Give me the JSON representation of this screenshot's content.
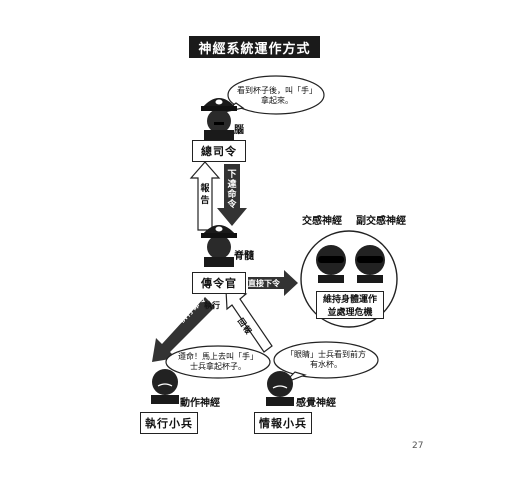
{
  "title": "神經系統運作方式",
  "brain_label": "腦",
  "spine_label": "脊髓",
  "commander_box": "總司令",
  "messenger_box": "傳令官",
  "downward_order": [
    "下",
    "達",
    "命",
    "令"
  ],
  "report_up": [
    "報",
    "告"
  ],
  "direct_order": "直接下令",
  "execute_label": "執行",
  "execute_chars": [
    "執",
    "行",
    "命",
    "令"
  ],
  "report_back": [
    "回",
    "報"
  ],
  "bubble_top": {
    "line1": "看到杯子後，叫「手」",
    "line2": "拿起來。"
  },
  "bubble_left": {
    "line1": "遵命！馬上去叫「手」",
    "line2": "士兵拿起杯子。"
  },
  "bubble_right": {
    "line1": "「眼睛」士兵看到前方",
    "line2": "有水杯。"
  },
  "autonomic": {
    "sympathetic": "交感神經",
    "parasympathetic": "副交感神經",
    "box_line1": "維持身體運作",
    "box_line2": "並處理危機"
  },
  "motor_nerve": "動作神經",
  "sensory_nerve": "感覺神經",
  "motor_box": "執行小兵",
  "sensory_box": "情報小兵",
  "page_number": "27"
}
